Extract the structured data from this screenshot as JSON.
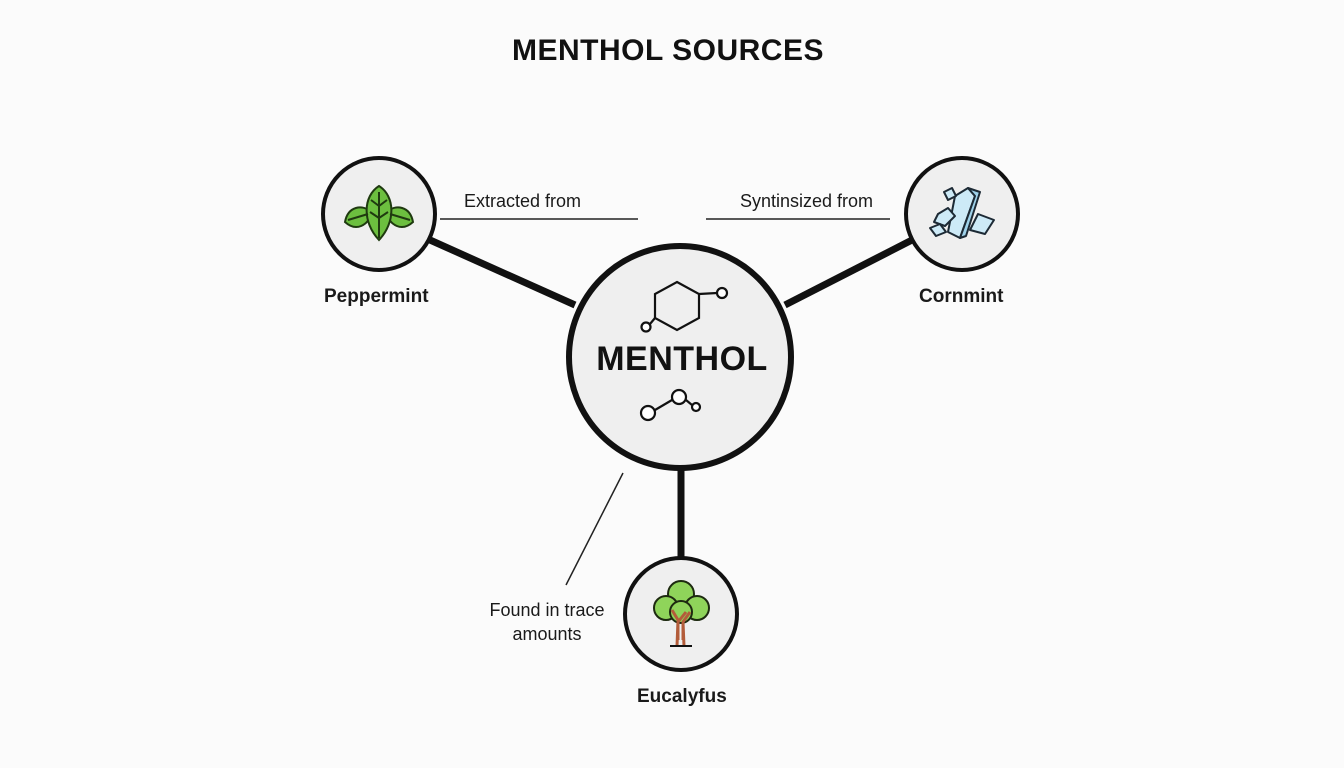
{
  "title": "MENTHOL SOURCES",
  "center": {
    "label": "MENTHOL",
    "icons": [
      "hexagon-molecule-icon",
      "chain-molecule-icon"
    ]
  },
  "sources": [
    {
      "name": "Peppermint",
      "relation": "Extracted from",
      "icon": "mint-leaves-icon",
      "accent": "#6cbf3f"
    },
    {
      "name": "Cornmint",
      "relation": "Syntinsized from",
      "icon": "crystals-icon",
      "accent": "#cdeaf7"
    },
    {
      "name": "Eucalyfus",
      "relation": "Found in trace amounts",
      "icon": "tree-icon",
      "accent": "#8fd45a"
    }
  ],
  "relation_lines": {
    "eucalyptus_1": "Found in trace",
    "eucalyptus_2": "amounts"
  }
}
